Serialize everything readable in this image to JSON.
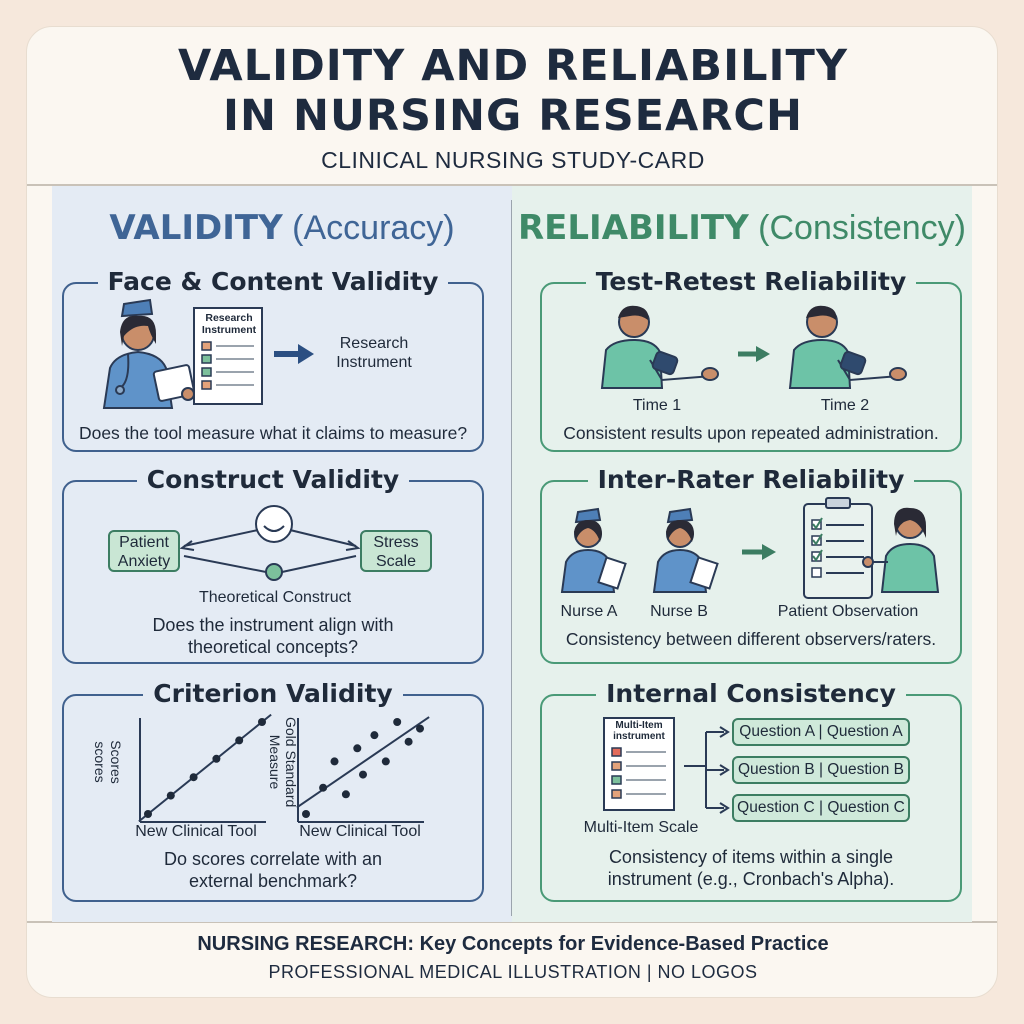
{
  "header": {
    "title_line1": "VALIDITY AND RELIABILITY",
    "title_line2": "IN NURSING RESEARCH",
    "subtitle": "CLINICAL NURSING STUDY-CARD"
  },
  "validity": {
    "heading_strong": "VALIDITY",
    "heading_light": "(Accuracy)",
    "face": {
      "title": "Face & Content Validity",
      "doc_title": "Research Instrument",
      "arrow_label": "Research Instrument",
      "question": "Does the tool measure what it claims to measure?"
    },
    "construct": {
      "title": "Construct Validity",
      "left_box": "Patient Anxiety",
      "right_box": "Stress Scale",
      "center_label": "Theoretical Construct",
      "question_line1": "Does the instrument align with",
      "question_line2": "theoretical concepts?"
    },
    "criterion": {
      "title": "Criterion Validity",
      "plot1_ylabel_a": "Scores",
      "plot1_ylabel_b": "scores",
      "plot1_xlabel": "New Clinical Tool",
      "plot2_ylabel_a": "Gold Standard",
      "plot2_ylabel_b": "Measure",
      "plot2_xlabel": "New Clinical Tool",
      "question_line1": "Do scores correlate with an",
      "question_line2": "external benchmark?"
    }
  },
  "reliability": {
    "heading_strong": "RELIABILITY",
    "heading_light": "(Consistency)",
    "test_retest": {
      "title": "Test-Retest Reliability",
      "time1": "Time 1",
      "time2": "Time 2",
      "caption": "Consistent results upon repeated administration."
    },
    "inter_rater": {
      "title": "Inter-Rater Reliability",
      "nurse_a": "Nurse A",
      "nurse_b": "Nurse B",
      "observation": "Patient Observation",
      "caption": "Consistency between different observers/raters."
    },
    "internal": {
      "title": "Internal Consistency",
      "doc_title_line1": "Multi-Item",
      "doc_title_line2": "instrument",
      "questions": [
        "Question A | Question A",
        "Question B | Question B",
        "Question C | Question C"
      ],
      "scale_label": "Multi-Item Scale",
      "caption_line1": "Consistency of items within a single",
      "caption_line2": "instrument (e.g., Cronbach's Alpha)."
    }
  },
  "footer": {
    "line1": "NURSING RESEARCH: Key Concepts for Evidence-Based Practice",
    "line2": "PROFESSIONAL MEDICAL ILLUSTRATION | NO LOGOS"
  },
  "colors": {
    "validity_accent": "#3f6596",
    "reliability_accent": "#3f8a68",
    "validity_bg": "#e4ebf4",
    "reliability_bg": "#e6f1ec"
  },
  "chart_data": [
    {
      "type": "scatter",
      "xlabel": "New Clinical Tool",
      "ylabel": "Scores scores",
      "x": [
        1,
        2,
        3,
        4,
        5,
        6
      ],
      "y": [
        1,
        2,
        3,
        4,
        5,
        6
      ],
      "trendline": true
    },
    {
      "type": "scatter",
      "xlabel": "New Clinical Tool",
      "ylabel": "Gold Standard Measure",
      "x": [
        1.0,
        1.6,
        2.0,
        2.4,
        2.8,
        3.0,
        3.4,
        3.8,
        4.2,
        4.6,
        5.0
      ],
      "y": [
        1.0,
        1.8,
        2.6,
        1.6,
        3.0,
        2.2,
        3.4,
        2.6,
        3.8,
        3.2,
        3.6
      ],
      "trendline": true
    }
  ]
}
